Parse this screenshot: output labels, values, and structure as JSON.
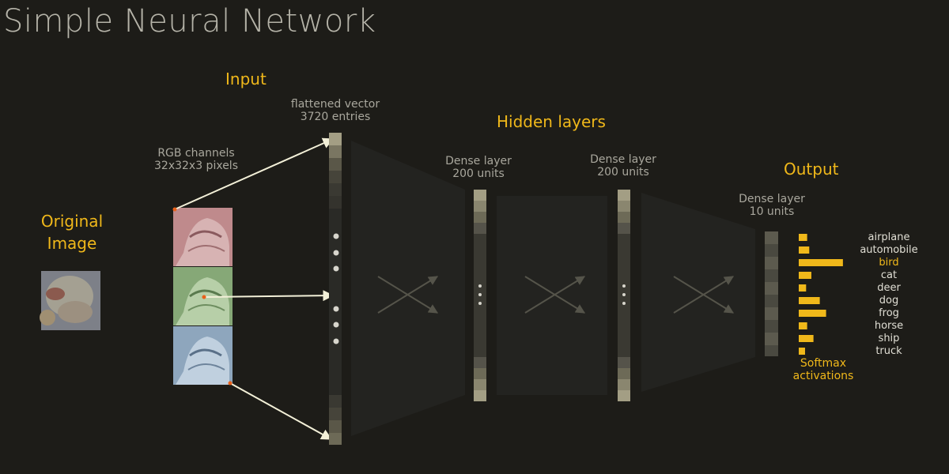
{
  "title": "Simple Neural Network",
  "sections": {
    "original": [
      "Original",
      "Image"
    ],
    "input": "Input",
    "hidden": "Hidden layers",
    "output": "Output"
  },
  "labels": {
    "rgb": [
      "RGB channels",
      "32x32x3 pixels"
    ],
    "flat": [
      "flattened vector",
      "3720 entries"
    ],
    "dense1": [
      "Dense layer",
      "200 units"
    ],
    "dense2": [
      "Dense layer",
      "200 units"
    ],
    "dense3": [
      "Dense layer",
      "10 units"
    ],
    "softmax": [
      "Softmax",
      "activations"
    ]
  },
  "classes": [
    "airplane",
    "automobile",
    "bird",
    "cat",
    "deer",
    "dog",
    "frog",
    "horse",
    "ship",
    "truck"
  ],
  "selected_class": "bird",
  "softmax_values": [
    0.08,
    0.1,
    0.42,
    0.12,
    0.07,
    0.2,
    0.26,
    0.08,
    0.14,
    0.06
  ],
  "colors": {
    "accent": "#f0b81a",
    "background": "#1d1c18",
    "red_channel": "#c08f8f",
    "green_channel": "#8fb07f",
    "blue_channel": "#8fa6bd"
  }
}
